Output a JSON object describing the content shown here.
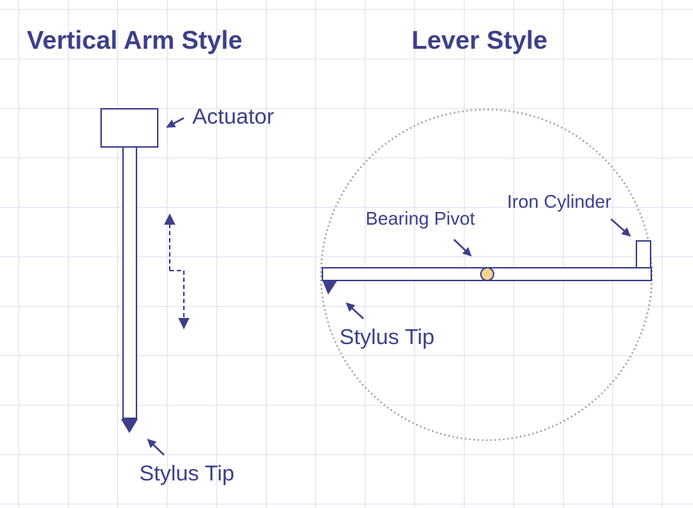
{
  "colors": {
    "stroke": "#3d3f8a",
    "pivot_fill": "#f2d58a",
    "grid": "#dde0ee",
    "circle": "#999999"
  },
  "left": {
    "title": "Vertical Arm Style",
    "actuator_label": "Actuator",
    "stylus_label": "Stylus Tip"
  },
  "right": {
    "title": "Lever Style",
    "pivot_label": "Bearing Pivot",
    "cylinder_label": "Iron Cylinder",
    "stylus_label": "Stylus Tip"
  }
}
